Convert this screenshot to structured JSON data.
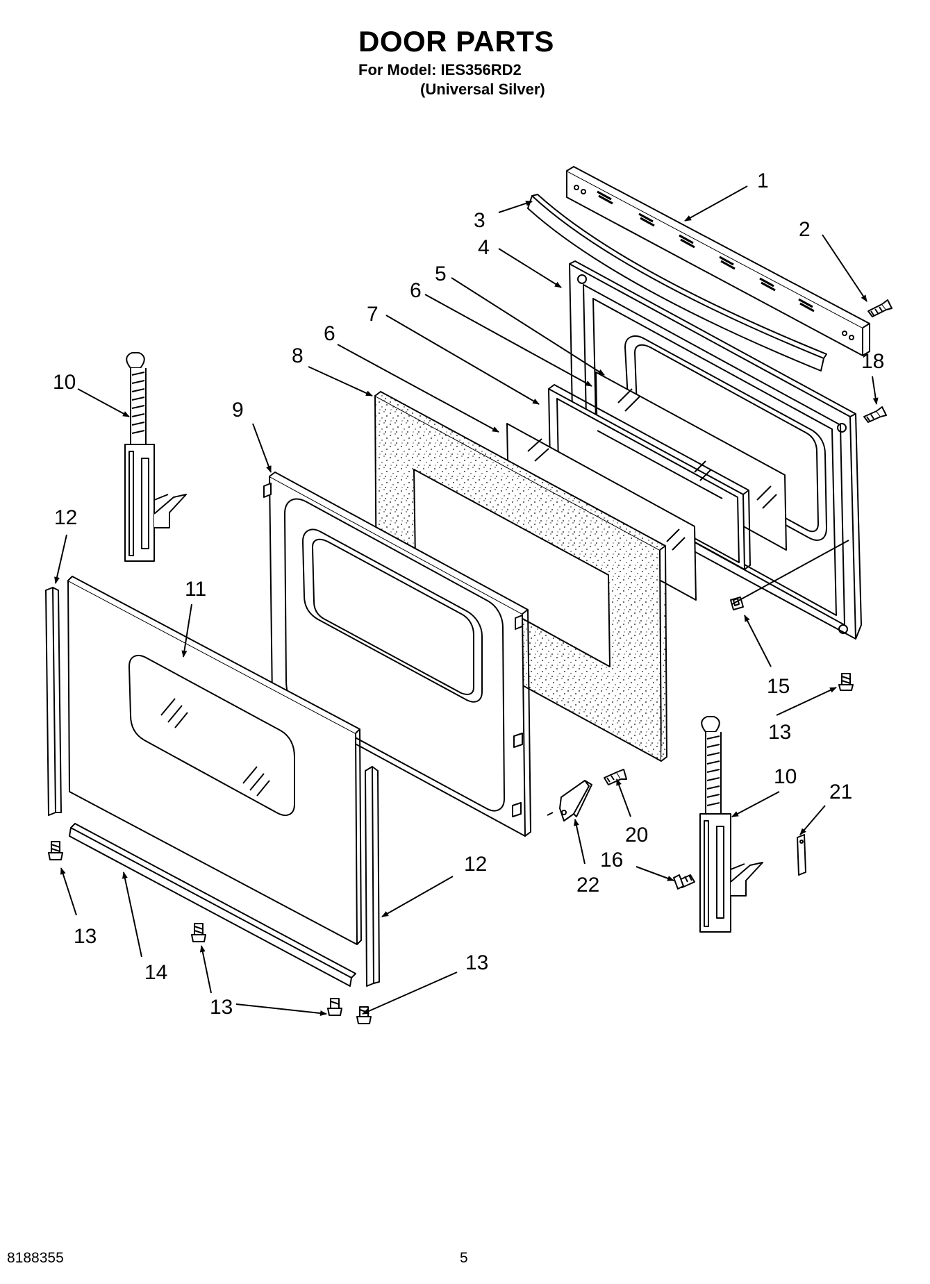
{
  "header": {
    "title": "DOOR PARTS",
    "model_line": "For Model: IES356RD2",
    "variant_line": "(Universal Silver)"
  },
  "callouts": [
    {
      "id": "c1",
      "label": "1"
    },
    {
      "id": "c2",
      "label": "2"
    },
    {
      "id": "c3",
      "label": "3"
    },
    {
      "id": "c4",
      "label": "4"
    },
    {
      "id": "c5",
      "label": "5"
    },
    {
      "id": "c6a",
      "label": "6"
    },
    {
      "id": "c6b",
      "label": "6"
    },
    {
      "id": "c7",
      "label": "7"
    },
    {
      "id": "c8",
      "label": "8"
    },
    {
      "id": "c9",
      "label": "9"
    },
    {
      "id": "c10a",
      "label": "10"
    },
    {
      "id": "c10b",
      "label": "10"
    },
    {
      "id": "c11",
      "label": "11"
    },
    {
      "id": "c12a",
      "label": "12"
    },
    {
      "id": "c12b",
      "label": "12"
    },
    {
      "id": "c13a",
      "label": "13"
    },
    {
      "id": "c13b",
      "label": "13"
    },
    {
      "id": "c13c",
      "label": "13"
    },
    {
      "id": "c13d",
      "label": "13"
    },
    {
      "id": "c14",
      "label": "14"
    },
    {
      "id": "c15",
      "label": "15"
    },
    {
      "id": "c16",
      "label": "16"
    },
    {
      "id": "c18",
      "label": "18"
    },
    {
      "id": "c20",
      "label": "20"
    },
    {
      "id": "c21",
      "label": "21"
    },
    {
      "id": "c22",
      "label": "22"
    }
  ],
  "footer": {
    "doc_number": "8188355",
    "page_number": "5"
  }
}
